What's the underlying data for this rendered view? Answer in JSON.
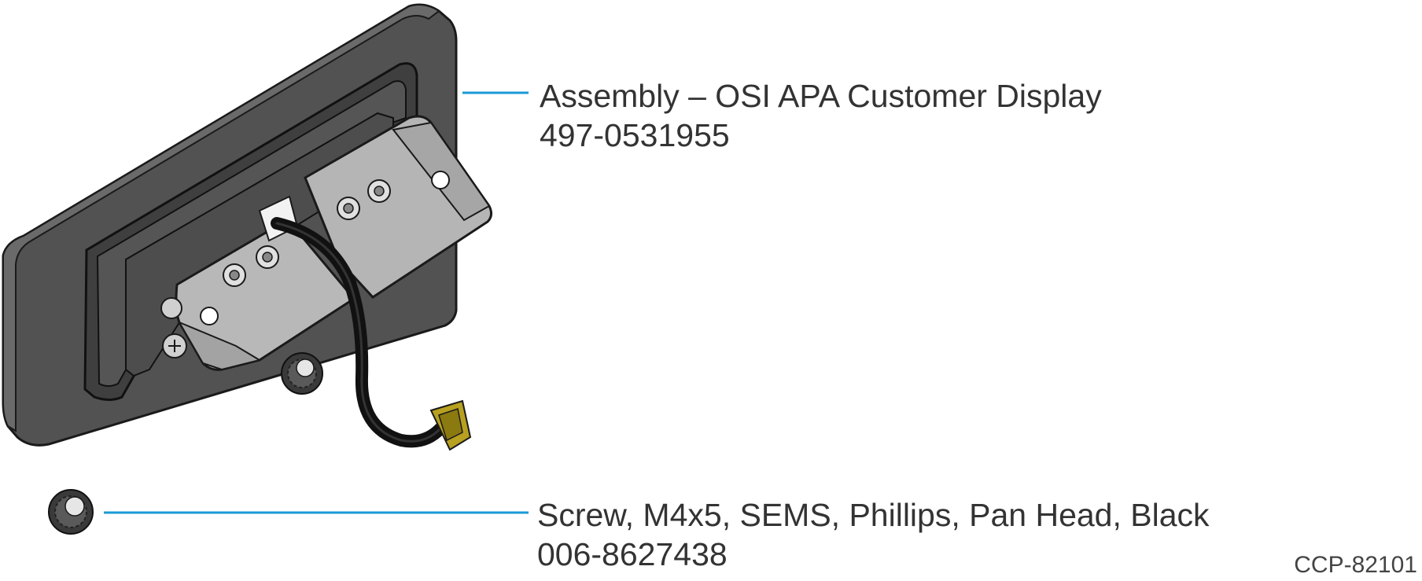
{
  "callouts": [
    {
      "name": "Assembly – OSI APA Customer Display",
      "part_number": "497-0531955"
    },
    {
      "name": "Screw, M4x5, SEMS, Phillips, Pan Head, Black",
      "part_number": "006-8627438"
    }
  ],
  "figure_id": "CCP-82101",
  "colors": {
    "leader_line": "#1a9ad6",
    "housing_dark": "#4a4a4a",
    "bracket_gray": "#b3b3b3",
    "cable_black": "#111111",
    "connector_yellow": "#b8a020",
    "text": "#333333"
  },
  "icons": [
    "customer-display-assembly-icon",
    "screw-icon",
    "cable-icon",
    "connector-icon"
  ]
}
